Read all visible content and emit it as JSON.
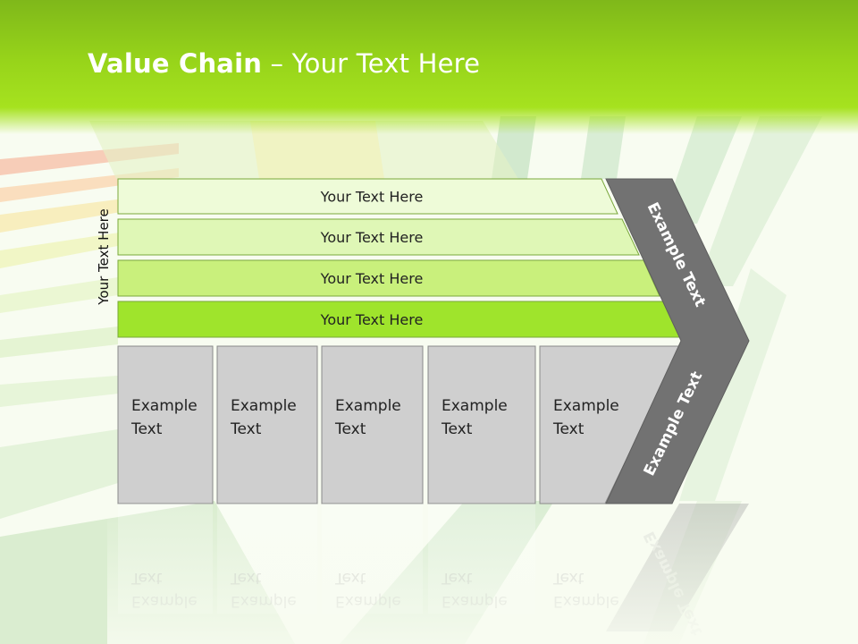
{
  "slide": {
    "title_bold": "Value Chain",
    "title_rest": " – Your Text Here",
    "vertical_label": "Your Text Here"
  },
  "bars": [
    {
      "label": "Your Text Here",
      "color": "#eefbd8"
    },
    {
      "label": "Your Text Here",
      "color": "#dff7b6"
    },
    {
      "label": "Your Text Here",
      "color": "#c9f07c"
    },
    {
      "label": "Your Text Here",
      "color": "#9fe42c"
    }
  ],
  "boxes": [
    {
      "line1": "Example",
      "line2": "Text"
    },
    {
      "line1": "Example",
      "line2": "Text"
    },
    {
      "line1": "Example",
      "line2": "Text"
    },
    {
      "line1": "Example",
      "line2": "Text"
    },
    {
      "line1": "Example",
      "line2": "Text"
    }
  ],
  "arrow": {
    "upper_label": "Example Text",
    "lower_label": "Example Text",
    "color": "#727272"
  },
  "colors": {
    "header": "#97d41a",
    "box_fill": "#cfcfcf",
    "accent_green": "#9fe42c"
  }
}
